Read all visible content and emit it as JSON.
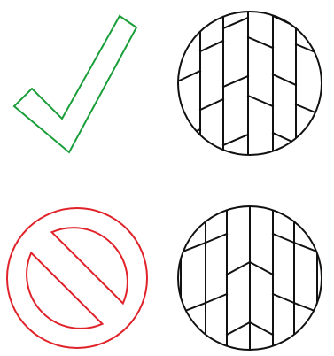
{
  "colors": {
    "do_icon": "#1a9e3a",
    "dont_icon": "#e0232a",
    "pattern_line": "#111111",
    "background": "#ffffff"
  },
  "panels": [
    {
      "role": "correct",
      "icon": "check-icon",
      "pattern": "offset-vertical-plank-pattern"
    },
    {
      "role": "incorrect",
      "icon": "prohibited-icon",
      "pattern": "aligned-vertical-plank-pattern"
    }
  ]
}
